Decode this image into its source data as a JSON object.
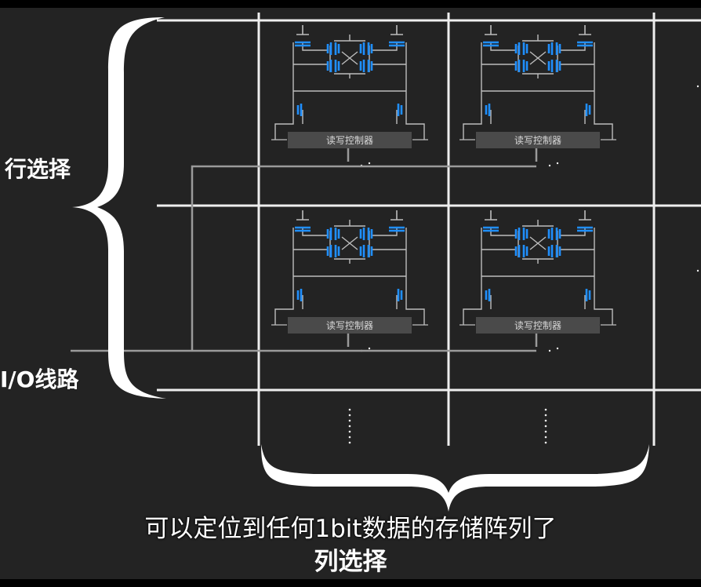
{
  "labels": {
    "row_select": "行选择",
    "io_line": "I/O线路",
    "column_select": "列选择",
    "subtitle": "可以定位到任何1bit数据的存储阵列了"
  },
  "cell": {
    "controller_label": "读写控制器"
  },
  "colors": {
    "background": "#232323",
    "grid_line": "#eeeeee",
    "io_line": "#9a9a9a",
    "transistor": "#1f8fff",
    "wire": "#bdbdbd",
    "controller_box": "#4a4a4a",
    "controller_text": "#d8d8d8",
    "bracket": "#ffffff"
  }
}
